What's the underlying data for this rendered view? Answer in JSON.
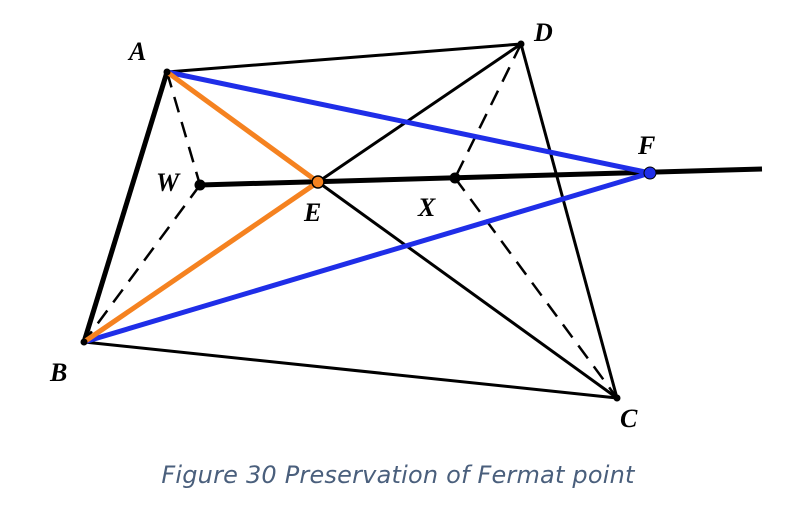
{
  "caption": "Figure 30 Preservation of Fermat point",
  "colors": {
    "black": "#000000",
    "blue": "#1f2ee8",
    "orange": "#f58220",
    "caption": "#4a5f7c",
    "open_point_fill": "#f58220",
    "point_fill_black": "#000000",
    "point_fill_blue": "#1f2ee8"
  },
  "points": {
    "A": {
      "label": "A"
    },
    "B": {
      "label": "B"
    },
    "C": {
      "label": "C"
    },
    "D": {
      "label": "D"
    },
    "E": {
      "label": "E"
    },
    "F": {
      "label": "F"
    },
    "W": {
      "label": "W"
    },
    "X": {
      "label": "X"
    }
  }
}
